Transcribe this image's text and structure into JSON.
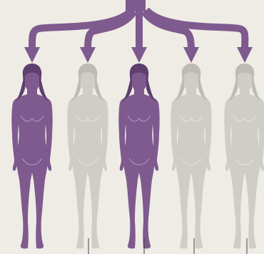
{
  "diagram": {
    "arrow_color": "#7e5a8e",
    "highlight_color": "#7e5a8e",
    "faded_color": "#cfcdc7",
    "paper_color": "#efece6",
    "figures": [
      {
        "id": "figure-1",
        "highlighted": true
      },
      {
        "id": "figure-2",
        "highlighted": false
      },
      {
        "id": "figure-3",
        "highlighted": true
      },
      {
        "id": "figure-4",
        "highlighted": false
      },
      {
        "id": "figure-5",
        "highlighted": false
      }
    ],
    "highlighted_count": 2,
    "total_count": 5
  }
}
